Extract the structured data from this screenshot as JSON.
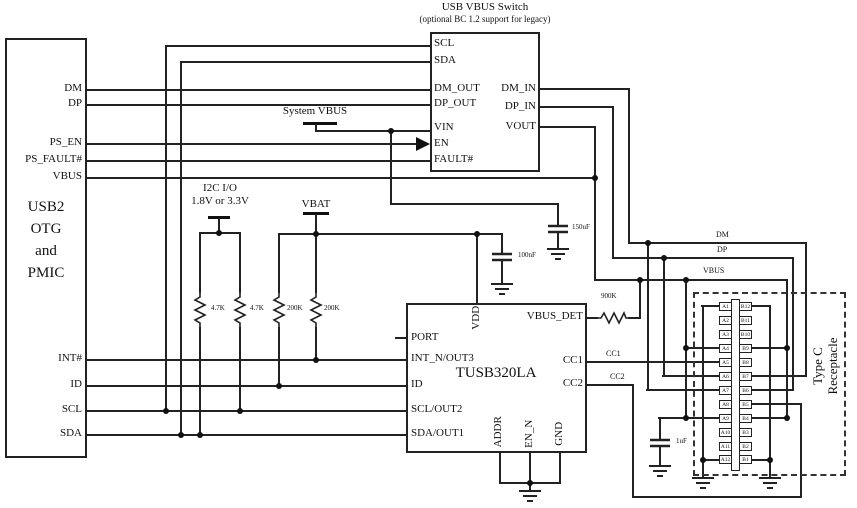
{
  "usb2_block": {
    "title_lines": [
      "USB2",
      "OTG",
      "and",
      "PMIC"
    ],
    "pins": [
      "DM",
      "DP",
      "PS_EN",
      "PS_FAULT#",
      "VBUS",
      "INT#",
      "ID",
      "SCL",
      "SDA"
    ]
  },
  "vbus_switch": {
    "title": "USB VBUS Switch",
    "subtitle": "(optional BC 1.2 support for legacy)",
    "left_pins": [
      "SCL",
      "SDA",
      "DM_OUT",
      "DP_OUT",
      "VIN",
      "EN",
      "FAULT#"
    ],
    "right_pins": [
      "DM_IN",
      "DP_IN",
      "VOUT"
    ]
  },
  "tusb": {
    "title": "TUSB320LA",
    "left_pins": [
      "PORT",
      "INT_N/OUT3",
      "ID",
      "SCL/OUT2",
      "SDA/OUT1"
    ],
    "right_pins": [
      "VBUS_DET",
      "CC1",
      "CC2"
    ],
    "top_pin": "VDD",
    "bottom_pins": [
      "ADDR",
      "EN_N",
      "GND"
    ]
  },
  "receptacle": {
    "label_line1": "Type C",
    "label_line2": "Receptacle",
    "rows": [
      {
        "a": "A1",
        "b": "B12"
      },
      {
        "a": "A2",
        "b": "B11"
      },
      {
        "a": "A3",
        "b": "B10"
      },
      {
        "a": "A4",
        "b": "B9"
      },
      {
        "a": "A5",
        "b": "B8"
      },
      {
        "a": "A6",
        "b": "B7"
      },
      {
        "a": "A7",
        "b": "B6"
      },
      {
        "a": "A8",
        "b": "B5"
      },
      {
        "a": "A9",
        "b": "B4"
      },
      {
        "a": "A10",
        "b": "B3"
      },
      {
        "a": "A11",
        "b": "B2"
      },
      {
        "a": "A12",
        "b": "B1"
      }
    ]
  },
  "power_labels": {
    "system_vbus": "System VBUS",
    "i2c_line1": "I2C I/O",
    "i2c_line2": "1.8V or 3.3V",
    "vbat": "VBAT"
  },
  "components": {
    "r_sda": "4.7K",
    "r_scl": "4.7K",
    "r_id": "200K",
    "r_int": "200K",
    "r_vbus_det": "900K",
    "c_vin": "150uF",
    "c_vdd": "100nF",
    "c_vbus": "1uF"
  },
  "wire_labels": {
    "dm": "DM",
    "dp": "DP",
    "vbus": "VBUS",
    "cc1": "CC1",
    "cc2": "CC2"
  },
  "colors": {
    "line": "#222222",
    "background": "#ffffff"
  }
}
